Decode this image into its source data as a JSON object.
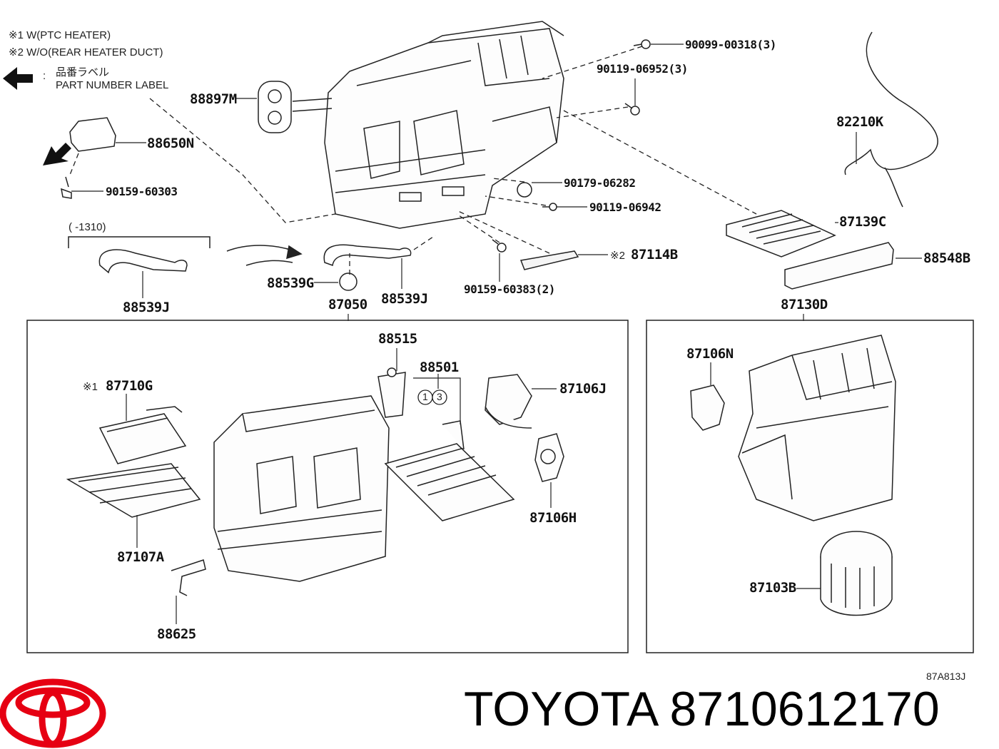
{
  "legend": {
    "note1": "※1 W(PTC HEATER)",
    "note2": "※2 W/O(REAR HEATER DUCT)",
    "label_jp": "品番ラベル",
    "label_en": "PART NUMBER LABEL",
    "label_separator": ":"
  },
  "top_labels": {
    "p88897M": "88897M",
    "p88650N": "88650N",
    "p90159_60303": "90159-60303",
    "range_note": "(      -1310)",
    "p88539J_left": "88539J",
    "p88539G": "88539G",
    "p88539J_right": "88539J",
    "p87050": "87050",
    "p90099_00318": "90099-00318(3)",
    "p90119_06952": "90119-06952(3)",
    "p90179_06282": "90179-06282",
    "p90119_06942": "90119-06942",
    "p90159_60383": "90159-60383(2)",
    "p87114B_mark": "※2",
    "p87114B": "87114B",
    "p82210K": "82210K",
    "p87139C": "87139C",
    "p88548B": "88548B",
    "p87130D": "87130D"
  },
  "left_panel": {
    "p88515": "88515",
    "p88501": "88501",
    "circle1": "1",
    "circle3": "3",
    "p87710G_mark": "※1",
    "p87710G": "87710G",
    "p87106J": "87106J",
    "p87106H": "87106H",
    "p87107A": "87107A",
    "p88625": "88625"
  },
  "right_panel": {
    "p87106N": "87106N",
    "p87103B": "87103B"
  },
  "footer": {
    "figure_code": "87A813J",
    "brand": "TOYOTA",
    "part_number": "8710612170",
    "logo_color": "#e60012"
  }
}
